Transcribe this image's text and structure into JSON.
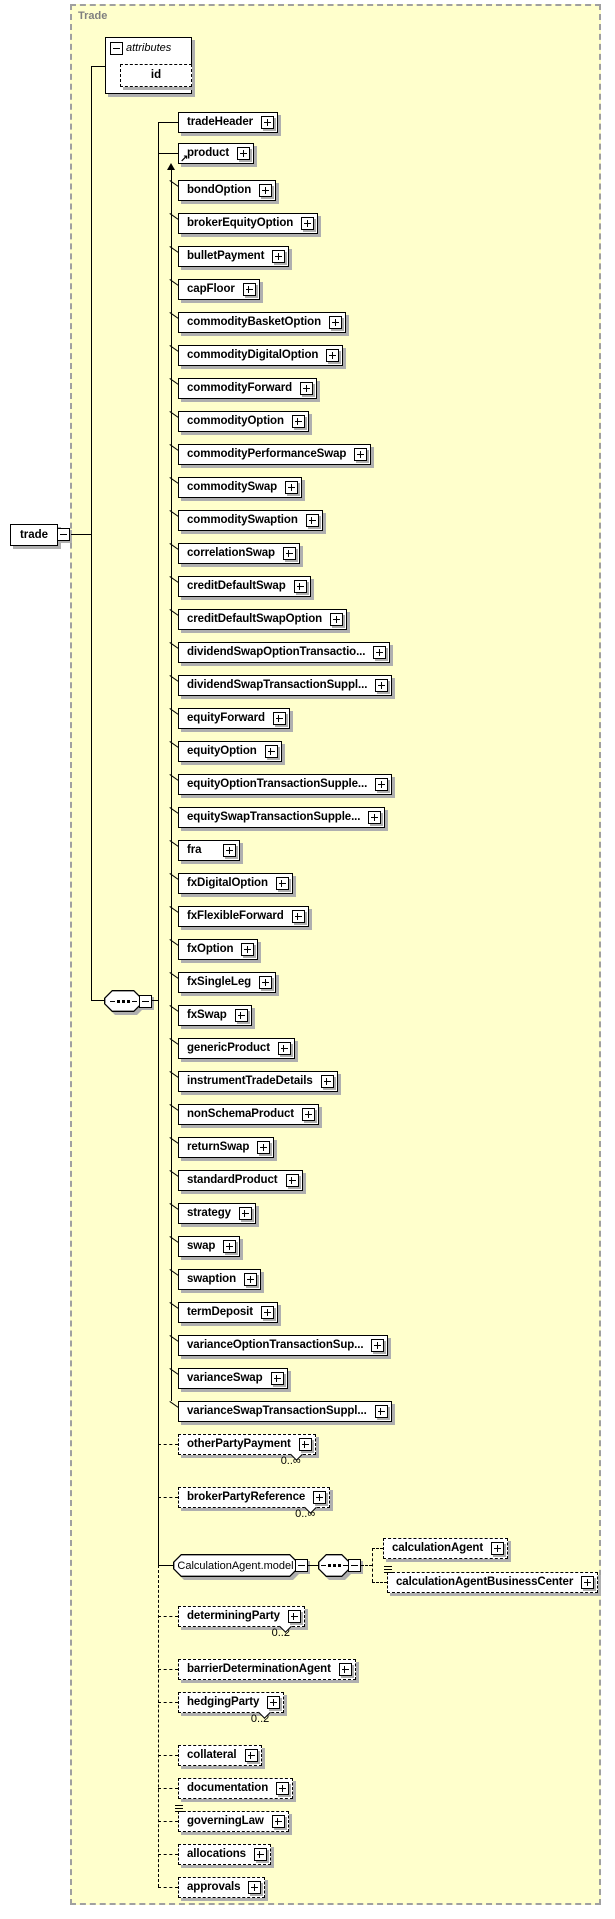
{
  "region": {
    "label": "Trade"
  },
  "root": {
    "label": "trade"
  },
  "attributes_panel": {
    "header": "attributes",
    "items": [
      {
        "label": "id",
        "optional": true
      }
    ]
  },
  "icons": {
    "expand": "plus-box",
    "collapse": "minus-box",
    "sequence": "three-squares-connector",
    "substitution_arrow": "↗",
    "annotation": "≡",
    "occurs_notch": "chevron-notch"
  },
  "colors": {
    "region_fill": "#FFFFCC",
    "region_border": "#A0A0A0",
    "box_fill": "#FFFFFF",
    "box_border": "#000000",
    "shadow": "#AFAFAF",
    "region_label_gray": "#808080"
  },
  "children": [
    {
      "label": "tradeHeader",
      "optional": false
    },
    {
      "label": "product",
      "optional": false,
      "substitution_head": true
    },
    {
      "label": "otherPartyPayment",
      "optional": true,
      "occurs": "0..∞"
    },
    {
      "label": "brokerPartyReference",
      "optional": true,
      "occurs": "0..∞"
    },
    {
      "label": "CalculationAgent.model",
      "kind": "group"
    },
    {
      "label": "determiningParty",
      "optional": true,
      "occurs": "0..2"
    },
    {
      "label": "barrierDeterminationAgent",
      "optional": true
    },
    {
      "label": "hedgingParty",
      "optional": true,
      "occurs": "0..2"
    },
    {
      "label": "collateral",
      "optional": true
    },
    {
      "label": "documentation",
      "optional": true
    },
    {
      "label": "governingLaw",
      "optional": true,
      "annotated": true
    },
    {
      "label": "allocations",
      "optional": true
    },
    {
      "label": "approvals",
      "optional": true
    }
  ],
  "product_alternatives": [
    "bondOption",
    "brokerEquityOption",
    "bulletPayment",
    "capFloor",
    "commodityBasketOption",
    "commodityDigitalOption",
    "commodityForward",
    "commodityOption",
    "commodityPerformanceSwap",
    "commoditySwap",
    "commoditySwaption",
    "correlationSwap",
    "creditDefaultSwap",
    "creditDefaultSwapOption",
    "dividendSwapOptionTransactio...",
    "dividendSwapTransactionSuppl...",
    "equityForward",
    "equityOption",
    "equityOptionTransactionSupple...",
    "equitySwapTransactionSupple...",
    "fra",
    "fxDigitalOption",
    "fxFlexibleForward",
    "fxOption",
    "fxSingleLeg",
    "fxSwap",
    "genericProduct",
    "instrumentTradeDetails",
    "nonSchemaProduct",
    "returnSwap",
    "standardProduct",
    "strategy",
    "swap",
    "swaption",
    "termDeposit",
    "varianceOptionTransactionSup...",
    "varianceSwap",
    "varianceSwapTransactionSuppl..."
  ],
  "calculation_agent_group": {
    "label": "CalculationAgent.model",
    "children": [
      {
        "label": "calculationAgent",
        "optional": true
      },
      {
        "label": "calculationAgentBusinessCenter",
        "optional": true,
        "annotated": true
      }
    ]
  }
}
